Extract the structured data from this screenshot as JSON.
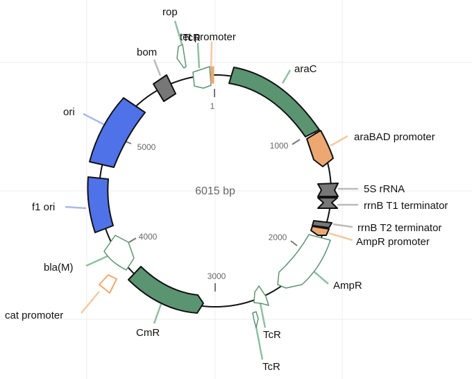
{
  "plasmid": {
    "size_label": "6015 bp",
    "total_bp": 6015,
    "ticks": [
      {
        "bp": 1,
        "label": "1"
      },
      {
        "bp": 1000,
        "label": "1000"
      },
      {
        "bp": 2000,
        "label": "2000"
      },
      {
        "bp": 3000,
        "label": "3000"
      },
      {
        "bp": 4000,
        "label": "4000"
      },
      {
        "bp": 5000,
        "label": "5000"
      }
    ],
    "features": [
      {
        "id": "araC",
        "label": "araC",
        "start": 160,
        "end": 1000,
        "strand": 1,
        "color": "#5a9470",
        "kind": "cds"
      },
      {
        "id": "arabad-promoter",
        "label": "araBAD promoter",
        "start": 1010,
        "end": 1300,
        "strand": 1,
        "color": "#eda872",
        "kind": "promoter"
      },
      {
        "id": "5s-rrna",
        "label": "5S rRNA",
        "start": 1480,
        "end": 1560,
        "strand": -1,
        "color": "#777777",
        "kind": "rna"
      },
      {
        "id": "rrnb-t1",
        "label": "rrnB T1 terminator",
        "start": 1580,
        "end": 1670,
        "strand": 1,
        "color": "#777777",
        "kind": "terminator"
      },
      {
        "id": "rrnb-t2",
        "label": "rrnB T2 terminator",
        "start": 1840,
        "end": 1880,
        "strand": 1,
        "color": "#777777",
        "kind": "terminator"
      },
      {
        "id": "ampr-promoter",
        "label": "AmpR promoter",
        "start": 1880,
        "end": 1930,
        "strand": -1,
        "color": "#eda872",
        "kind": "promoter"
      },
      {
        "id": "ampr",
        "label": "AmpR",
        "start": 1930,
        "end": 2520,
        "strand": -1,
        "color": "#ffffff",
        "kind": "cds-outline"
      },
      {
        "id": "tcr-1",
        "label": "TcR",
        "start": 2700,
        "end": 2780,
        "strand": -1,
        "color": "#ffffff",
        "kind": "cds-outline"
      },
      {
        "id": "tcr-2",
        "label": "TcR",
        "start": 2800,
        "end": 2840,
        "strand": 1,
        "color": "#ffffff",
        "kind": "cds-outline"
      },
      {
        "id": "cmr",
        "label": "CmR",
        "start": 3180,
        "end": 3770,
        "strand": -1,
        "color": "#5a9470",
        "kind": "cds"
      },
      {
        "id": "cat-promoter",
        "label": "cat promoter",
        "start": 3870,
        "end": 3960,
        "strand": -1,
        "color": "#eda872",
        "kind": "promoter"
      },
      {
        "id": "bla-m",
        "label": "bla(M)",
        "start": 3950,
        "end": 4150,
        "strand": -1,
        "color": "#ffffff",
        "kind": "cds-outline"
      },
      {
        "id": "f1-ori",
        "label": "f1 ori",
        "start": 4160,
        "end": 4600,
        "strand": 1,
        "color": "#4f72e8",
        "kind": "ori"
      },
      {
        "id": "ori",
        "label": "ori",
        "start": 4750,
        "end": 5330,
        "strand": 1,
        "color": "#4f72e8",
        "kind": "ori"
      },
      {
        "id": "bom",
        "label": "bom",
        "start": 5550,
        "end": 5680,
        "strand": 1,
        "color": "#777777",
        "kind": "misc"
      },
      {
        "id": "rop",
        "label": "rop",
        "start": 5800,
        "end": 5820,
        "strand": -1,
        "color": "#ffffff",
        "kind": "cds-outline"
      },
      {
        "id": "tcr-3",
        "label": "TcR",
        "start": 5800,
        "end": 5990,
        "strand": 1,
        "color": "#ffffff",
        "kind": "cds-outline"
      },
      {
        "id": "tet-promoter",
        "label": "tet promoter",
        "start": 6000,
        "end": 6015,
        "strand": 1,
        "color": "#eda872",
        "kind": "promoter"
      }
    ]
  }
}
